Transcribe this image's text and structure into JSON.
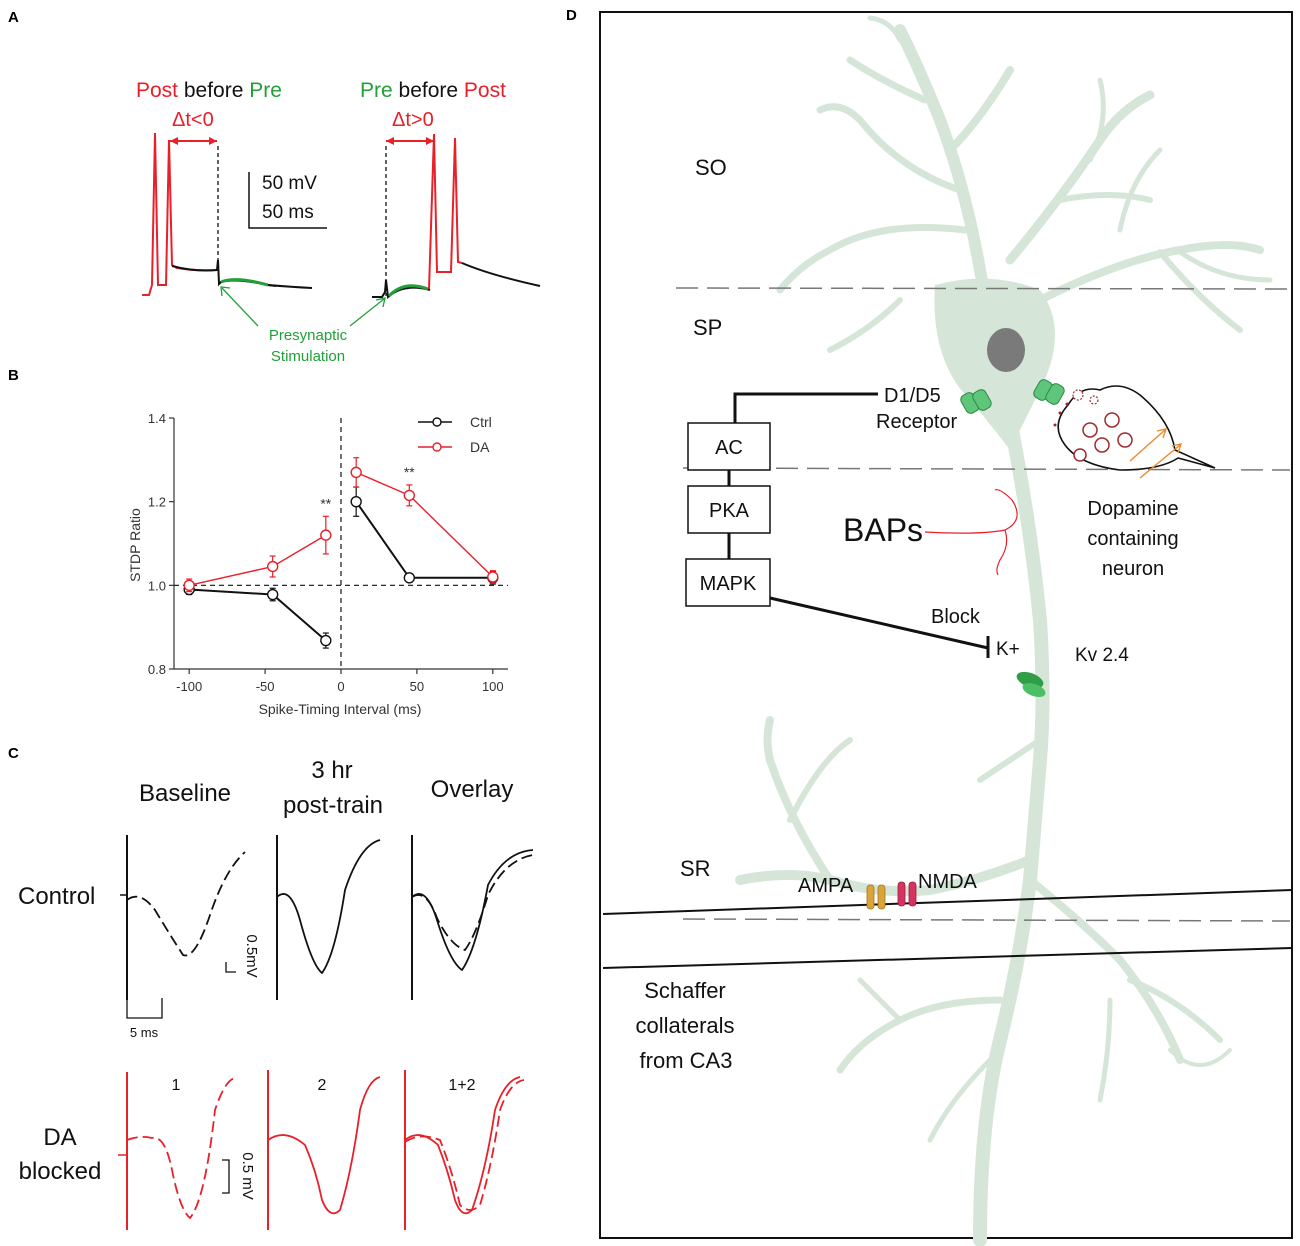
{
  "panels": {
    "a": "A",
    "b": "B",
    "c": "C",
    "d": "D"
  },
  "panel_a": {
    "title_left": {
      "part1": "Post",
      "part2": " before ",
      "part3": "Pre"
    },
    "title_right": {
      "part1": "Pre",
      "part2": " before ",
      "part3": "Post"
    },
    "dt_left": "Δt<0",
    "dt_right": "Δt>0",
    "scale_mv": "50 mV",
    "scale_ms": "50 ms",
    "stim_line1": "Presynaptic",
    "stim_line2": "Stimulation"
  },
  "panel_c": {
    "col_baseline": "Baseline",
    "col_post_line1": "3 hr",
    "col_post_line2": "post-train",
    "col_overlay": "Overlay",
    "row_control": "Control",
    "row_da_line1": "DA",
    "row_da_line2": "blocked",
    "scale_mv_top": "0.5mV",
    "scale_mv_bottom": "0.5 mV",
    "scale_ms": "5 ms",
    "sub1": "1",
    "sub2": "2",
    "sub3": "1+2"
  },
  "panel_d": {
    "layer_so": "SO",
    "layer_sp": "SP",
    "layer_sr": "SR",
    "receptor_line1": "D1/D5",
    "receptor_line2": "Receptor",
    "ac": "AC",
    "pka": "PKA",
    "mapk": "MAPK",
    "baps": "BAPs",
    "block": "Block",
    "kplus": "K+",
    "kv": "Kv 2.4",
    "dopamine_line1": "Dopamine",
    "dopamine_line2": "containing",
    "dopamine_line3": "neuron",
    "ampa": "AMPA",
    "nmda": "NMDA",
    "schaffer_line1": "Schaffer",
    "schaffer_line2": "collaterals",
    "schaffer_line3": "from CA3"
  },
  "colors": {
    "red": "#e8202a",
    "green": "#21a038",
    "neuron": "#d5e6d8",
    "black": "#111111"
  },
  "chart_data": {
    "type": "line",
    "ylabel": "STDP Ratio",
    "xlabel": "Spike-Timing Interval (ms)",
    "xlim": [
      -110,
      110
    ],
    "ylim": [
      0.8,
      1.4
    ],
    "xticks": [
      -100,
      -50,
      0,
      50,
      100
    ],
    "yticks": [
      0.8,
      1.0,
      1.2,
      1.4
    ],
    "legend": "top-right",
    "significance_label": "**",
    "series": [
      {
        "name": "Ctrl",
        "color": "#111111",
        "x": [
          -100,
          -45,
          -10,
          10,
          45,
          100
        ],
        "y": [
          0.99,
          0.978,
          0.868,
          1.2,
          1.018,
          1.018
        ],
        "err": [
          0.012,
          0.015,
          0.018,
          0.035,
          0.008,
          0.015
        ]
      },
      {
        "name": "DA",
        "color": "#e8202a",
        "x": [
          -100,
          -45,
          -10,
          10,
          45,
          100
        ],
        "y": [
          1.0,
          1.045,
          1.12,
          1.27,
          1.215,
          1.02
        ],
        "err": [
          0.015,
          0.025,
          0.045,
          0.035,
          0.025,
          0.015
        ]
      }
    ],
    "significance_x": [
      -10,
      45
    ]
  }
}
